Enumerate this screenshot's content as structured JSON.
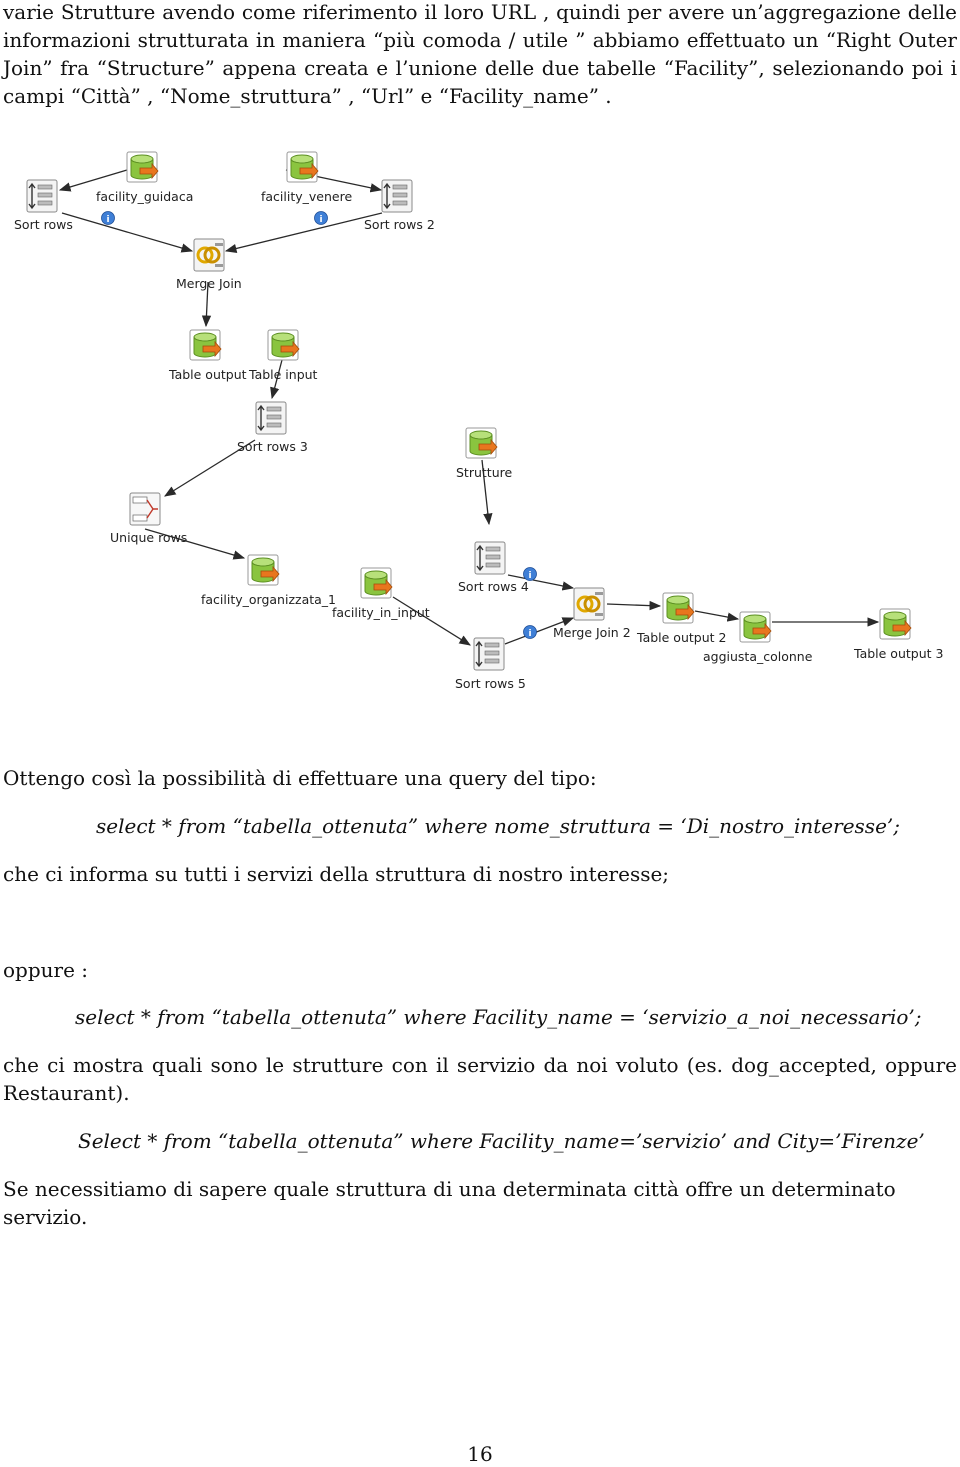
{
  "intro": {
    "line1": "varie Strutture avendo come riferimento  il loro URL , quindi per avere un’aggregazione  delle",
    "line2": "informazioni strutturata in maniera “più comoda / utile ” abbiamo effettuato  un “Right Outer",
    "line3": "Join”  fra “Structure” appena creata e l’unione delle due tabelle “Facility”, selezionando poi i",
    "line4": "campi “Città” , “Nome_struttura” , “Url” e “Facility_name” ."
  },
  "diagram": {
    "steps": {
      "sort_rows": "Sort rows",
      "facility_guidaca": "facility_guidaca",
      "facility_venere": "facility_venere",
      "sort_rows_2": "Sort rows 2",
      "merge_join": "Merge Join",
      "table_output": "Table output",
      "table_input": "Table input",
      "sort_rows_3": "Sort rows 3",
      "unique_rows": "Unique rows",
      "strutture": "Strutture",
      "sort_rows_4": "Sort rows 4",
      "facility_organizzata_1": "facility_organizzata_1",
      "facility_in_input": "facility_in_input",
      "merge_join_2": "Merge Join 2",
      "table_output_2": "Table output 2",
      "aggiusta_colonne": "aggiusta_colonne",
      "table_output_3": "Table output 3",
      "sort_rows_5": "Sort rows 5"
    },
    "colors": {
      "db_green": "#8ac43f",
      "db_orange": "#e8761e",
      "hop_line": "#2a2a2a",
      "info_blue": "#3f7fd6"
    }
  },
  "body": {
    "p1": "Ottengo così la possibilità di effettuare una query del tipo:",
    "q1": "select * from “tabella_ottenuta” where nome_struttura = ‘Di_nostro_interesse’;",
    "p2": "che ci informa su tutti i servizi della struttura di nostro interesse;",
    "p3": "oppure :",
    "q2": "select * from “tabella_ottenuta” where Facility_name = ‘servizio_a_noi_necessario’;",
    "p4_line1": "che ci mostra quali sono le strutture con il servizio da noi voluto (es. dog_accepted, oppure",
    "p4_line2": "Restaurant).",
    "q3": "Select * from “tabella_ottenuta” where Facility_name=’servizio’ and City=’Firenze’",
    "p5_line1": "Se necessitiamo di sapere quale struttura di una determinata città offre un  determinato",
    "p5_line2": "servizio."
  },
  "page_number": "16"
}
